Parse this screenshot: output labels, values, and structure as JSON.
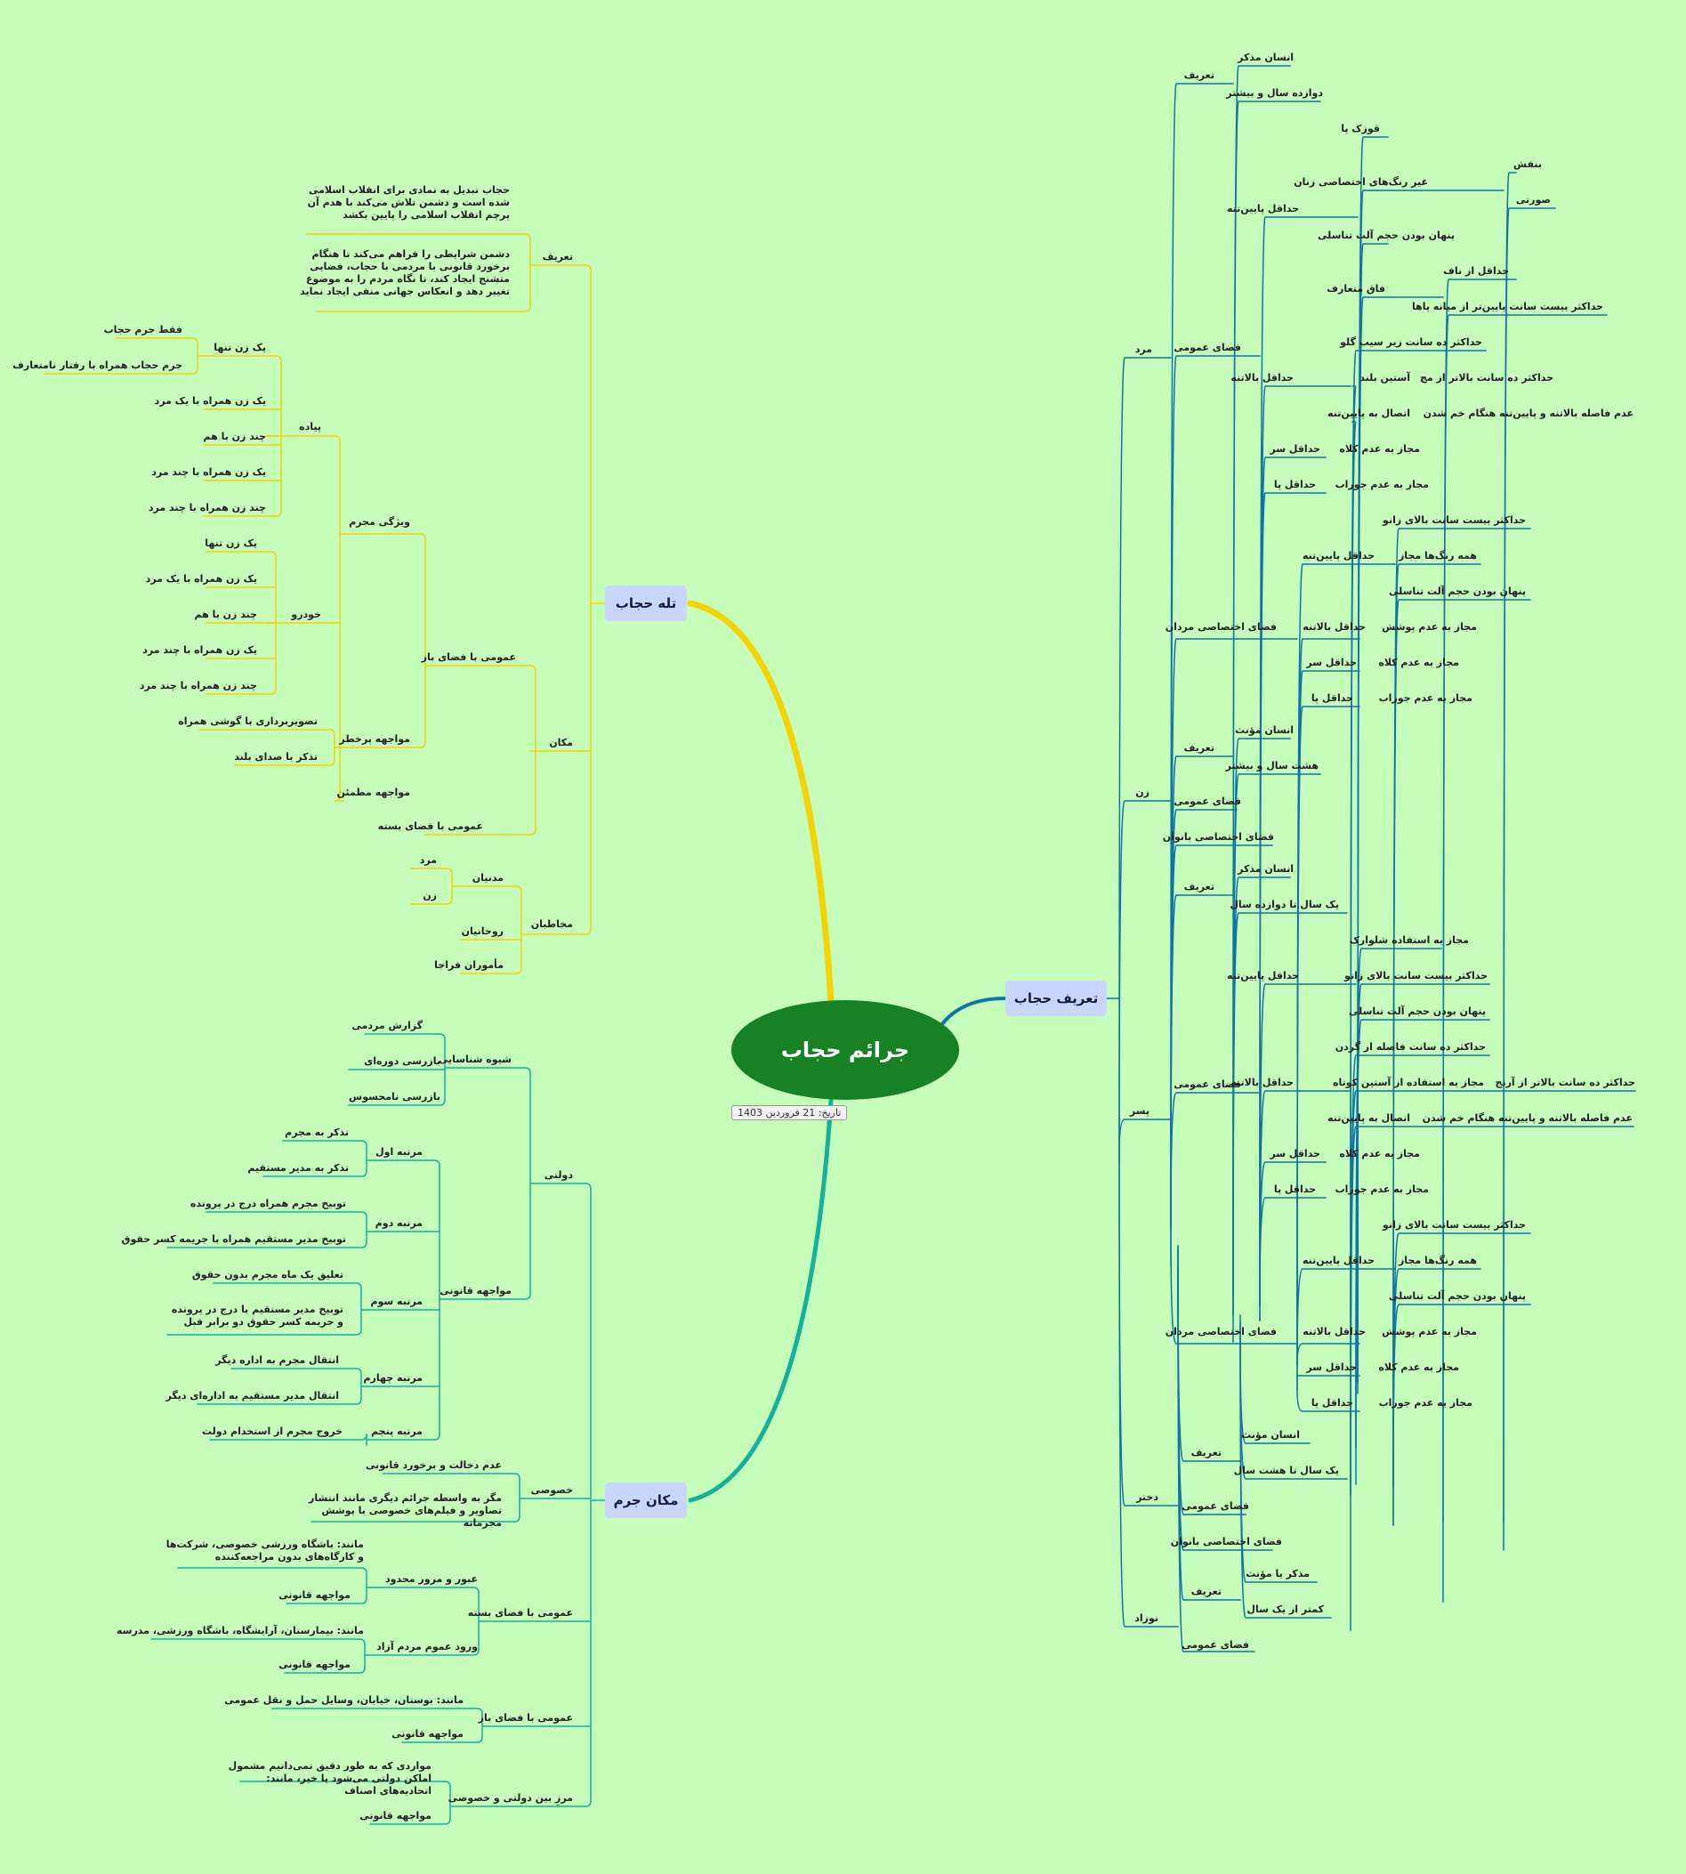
{
  "title": "جرائم حجاب",
  "date": "تاریخ: 21 فروردین 1403",
  "colors": {
    "background": "#c6fdbb",
    "center": "#168224",
    "topic": "#c7d5ff",
    "yellow": "#f2d400",
    "teal": "#14b29a",
    "blue": "#0f74a6"
  },
  "branches": {
    "tale": {
      "label": "تله حجاب",
      "tarif": {
        "label": "تعریف",
        "a": "حجاب تبدیل به نمادی برای انقلاب اسلامی شده است و دشمن تلاش می‌کند با هدم آن پرچم انقلاب اسلامی را پایین بکشد",
        "b": "دشمن شرایطی را فراهم می‌کند تا هنگام برخورد قانونی با مردمی با حجاب، فضایی متشنج ایجاد کند، تا نگاه مردم را به موضوع تغییر دهد و انعکاس جهانی منفی ایجاد نماید"
      },
      "makan": {
        "label": "مکان",
        "omoomi_baz": "عمومی با فضای باز",
        "vizhegi": "ویژگی مجرم",
        "piyadeh": "پیاده",
        "yek_zan_tanha": "یک زن تنها",
        "faghat": "فقط جرم حجاب",
        "jorm_raftar": "جرم حجاب همراه با رفتار نامتعارف",
        "p1": "یک زن همراه با یک مرد",
        "p2": "چند زن با هم",
        "p3": "یک زن همراه با چند مرد",
        "p4": "چند زن همراه با چند مرد",
        "khodro": "خودرو",
        "k0": "یک زن تنها",
        "k1": "یک زن همراه با یک مرد",
        "k2": "چند زن با هم",
        "k3": "یک زن همراه با چند مرد",
        "k4": "چند زن همراه با چند مرد",
        "porkhatar": "مواجهه پرخطر",
        "tasvir": "تصویربرداری با گوشی همراه",
        "tazakor": "تذکر با صدای بلند",
        "motmaen": "مواجهه مطمئن",
        "omoomi_baste": "عمومی با فضای بسته"
      },
      "mokhatab": {
        "label": "مخاطبان",
        "madaniyan": "مدنیان",
        "mard": "مرد",
        "zan": "زن",
        "rohaniyan": "روحانیان",
        "mamooran": "مأموران فراجا"
      }
    },
    "makan_jorm": {
      "label": "مکان جرم",
      "dolati": {
        "label": "دولتی",
        "shive": "شیوه شناسایی",
        "s1": "گزارش مردمی",
        "s2": "بازرسی دوره‌ای",
        "s3": "بازرسی نامحسوس",
        "mavajehe": "مواجهه قانونی",
        "r1": "مرتبه اول",
        "r1a": "تذکر به مجرم",
        "r1b": "تذکر به مدیر مستقیم",
        "r2": "مرتبه دوم",
        "r2a": "توبیخ مجرم همراه درج در پرونده",
        "r2b": "توبیخ مدیر مستقیم همراه با جریمه کسر حقوق",
        "r3": "مرتبه سوم",
        "r3a": "تعلیق یک ماه مجرم بدون حقوق",
        "r3b": "توبیخ مدیر مستقیم با درج در پرونده و جریمه کسر حقوق دو برابر قبل",
        "r4": "مرتبه چهارم",
        "r4a": "انتقال مجرم به اداره دیگر",
        "r4b": "انتقال مدیر مستقیم به اداره‌ای دیگر",
        "r5": "مرتبه پنجم",
        "r5a": "خروج مجرم از استخدام دولت"
      },
      "khosoosi": {
        "label": "خصوصی",
        "a": "عدم دخالت و برخورد قانونی",
        "b": "مگر به واسطه جرائم دیگری مانند انتشار تصاویر و فیلم‌های خصوصی با پوشش مجرمانه"
      },
      "baste": {
        "label": "عمومی با فضای بسته",
        "oboor": "عبور و مرور محدود",
        "oboor_ex": "مانند: باشگاه ورزشی خصوصی، شرکت‌ها و کارگاه‌های بدون مراجعه‌کننده",
        "oboor_m": "مواجهه قانونی",
        "vorood": "ورود عموم مردم آزاد",
        "vorood_ex": "مانند: بیمارستان، آرایشگاه، باشگاه ورزشی، مدرسه",
        "vorood_m": "مواجهه قانونی"
      },
      "baz": {
        "label": "عمومی با فضای باز",
        "ex": "مانند: بوستان، خیابان، وسایل حمل و نقل عمومی",
        "m": "مواجهه قانونی"
      },
      "marz": {
        "label": "مرزِ بین دولتی و خصوصی",
        "ex": "مواردی که به طور دقیق نمی‌دانیم مشمول اماکن دولتی می‌شود یا خیر، مانند: اتحادیه‌های اصناف",
        "m": "مواجهه قانونی"
      }
    },
    "tarif_hejab": {
      "label": "تعریف حجاب",
      "mard": {
        "label": "مرد",
        "tarif": "تعریف",
        "t1": "انسان مذکر",
        "t2": "دوازده سال و بیشتر",
        "omoomi": "فضای عمومی",
        "payin": "حداقل پایین‌تنه",
        "fozak": "قوزک پا",
        "gheyr": "غیر رنگ‌های اختصاصی زنان",
        "banafsh": "بنفش",
        "soorati": "صورتی",
        "penhan": "پنهان بودن حجم آلت تناسلی",
        "fagh": "فاق متعارف",
        "naf": "حداقل از ناف",
        "kamar": "حداکثر بیست سانت پایین‌تر از میانه پاها",
        "bala": "حداقل بالاتنه",
        "sib": "حداکثر ده سانت زیر سیب گلو",
        "astin": "آستین بلند",
        "moch": "حداکثر ده سانت بالاتر از مچ",
        "etesal": "اتصال به پایین‌تنه",
        "fasele": "عدم فاصله بالاتنه و پایین‌تنه هنگام خم شدن",
        "sar": "حداقل سر",
        "kolah": "مجاز به عدم کلاه",
        "pa": "حداقل پا",
        "jorab": "مجاز به عدم جوراب",
        "ekhtesasi": "فضای اختصاصی مردان",
        "e_payin": "حداقل پایین‌تنه",
        "e_zanu": "حداکثر بیست سانت بالای زانو",
        "e_rang": "همه رنگ‌ها مجاز",
        "e_penhan": "پنهان بودن حجم آلت تناسلی",
        "e_bala": "حداقل بالاتنه",
        "e_poosh": "مجاز به عدم پوشش",
        "e_sar": "حداقل سر",
        "e_kolah": "مجاز به عدم کلاه",
        "e_pa": "حداقل پا",
        "e_jorab": "مجاز به عدم جوراب"
      },
      "zan": {
        "label": "زن",
        "tarif": "تعریف",
        "t1": "انسان مؤنث",
        "t2": "هشت سال و بیشتر",
        "omoomi": "فضای عمومی",
        "ekhtesasi": "فضای اختصاصی بانوان"
      },
      "pesar": {
        "label": "پسر",
        "tarif": "تعریف",
        "t1": "انسان مذکر",
        "t2": "یک سال تا دوازده سال",
        "omoomi": "فضای عمومی",
        "payin": "حداقل پایین‌تنه",
        "shalvarak": "مجاز به استفاده شلوارک",
        "zanu": "حداکثر بیست سانت بالای زانو",
        "penhan": "پنهان بودن حجم آلت تناسلی",
        "bala": "حداقل بالاتنه",
        "gardan": "حداکثر ده سانت فاصله از گردن",
        "kootah": "مجاز به استفاده از آستین کوتاه",
        "arenj": "حداکثر ده سانت بالاتر از آرنج",
        "etesal": "اتصال به پایین‌تنه",
        "fasele": "عدم فاصله بالاتنه و پایین‌تنه هنگام خم شدن",
        "sar": "حداقل سر",
        "kolah": "مجاز به عدم کلاه",
        "pa": "حداقل پا",
        "jorab": "مجاز به عدم جوراب",
        "ekhtesasi": "فضای اختصاصی مردان",
        "e_payin": "حداقل پایین‌تنه",
        "e_zanu": "حداکثر بیست سانت بالای زانو",
        "e_rang": "همه رنگ‌ها مجاز",
        "e_penhan": "پنهان بودن حجم آلت تناسلی",
        "e_bala": "حداقل بالاتنه",
        "e_poosh": "مجاز به عدم پوشش",
        "e_sar": "حداقل سر",
        "e_kolah": "مجاز به عدم کلاه",
        "e_pa": "حداقل پا",
        "e_jorab": "مجاز به عدم جوراب"
      },
      "dokhtar": {
        "label": "دختر",
        "tarif": "تعریف",
        "t1": "انسان مؤنث",
        "t2": "یک سال تا هشت سال",
        "omoomi": "فضای عمومی",
        "ekhtesasi": "فضای اختصاصی بانوان"
      },
      "nozad": {
        "label": "نوزاد",
        "tarif": "تعریف",
        "t1": "مذکر یا مؤنث",
        "t2": "کمتر از یک سال",
        "omoomi": "فضای عمومی"
      }
    }
  }
}
